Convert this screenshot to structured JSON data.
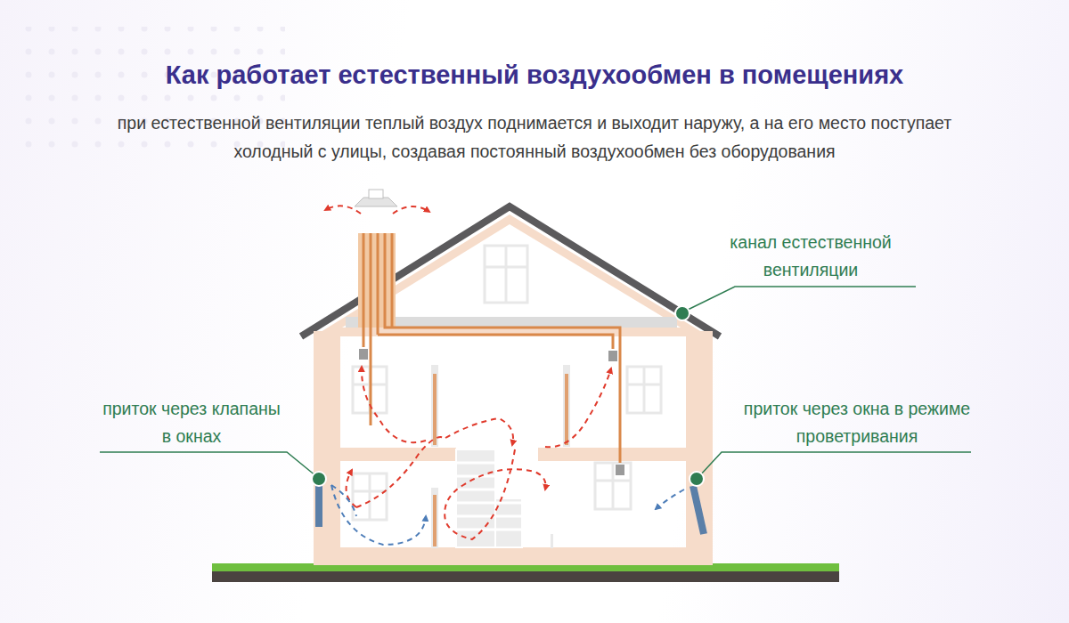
{
  "diagram": {
    "title": "Как работает естественный воздухообмен в помещениях",
    "caption": "при естественной вентиляции теплый воздух поднимается и выходит наружу, а на его место поступает холодный с улицы, создавая постоянный воздухообмен без оборудования",
    "labels": [
      "канал естественной вентиляции",
      "приток через клапаны в окнах",
      "приток через окна в режиме проветривания"
    ]
  }
}
